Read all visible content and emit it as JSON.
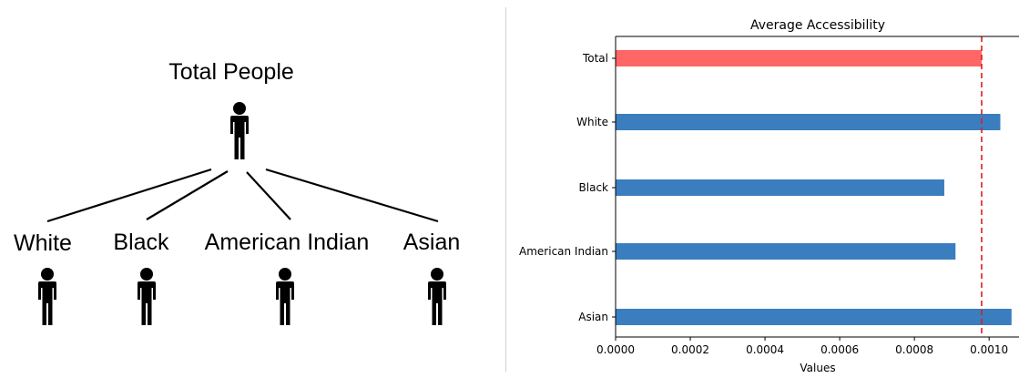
{
  "diagram": {
    "root_label": "Total People",
    "children": [
      {
        "label": "White",
        "icon": "person-icon"
      },
      {
        "label": "Black",
        "icon": "person-icon"
      },
      {
        "label": "American Indian",
        "icon": "person-icon"
      },
      {
        "label": "Asian",
        "icon": "person-icon"
      }
    ],
    "icon_color": "#000000"
  },
  "chart_data": {
    "type": "bar",
    "orientation": "horizontal",
    "title": "Average Accessibility",
    "xlabel": "Values",
    "ylabel": "",
    "categories": [
      "Total",
      "White",
      "Black",
      "American Indian",
      "Asian"
    ],
    "values": [
      0.00098,
      0.00103,
      0.00088,
      0.00091,
      0.00106
    ],
    "bar_colors": [
      "#ff6666",
      "#3a7ebf",
      "#3a7ebf",
      "#3a7ebf",
      "#3a7ebf"
    ],
    "reference_line": {
      "value": 0.00098,
      "color": "#e41a1c",
      "style": "dashed"
    },
    "xlim": [
      0,
      0.00108
    ],
    "xticks": [
      0,
      0.0002,
      0.0004,
      0.0006,
      0.0008,
      0.001
    ],
    "xtick_labels": [
      "0.0000",
      "0.0002",
      "0.0004",
      "0.0006",
      "0.0008",
      "0.0010"
    ],
    "grid": false,
    "legend": "none"
  }
}
